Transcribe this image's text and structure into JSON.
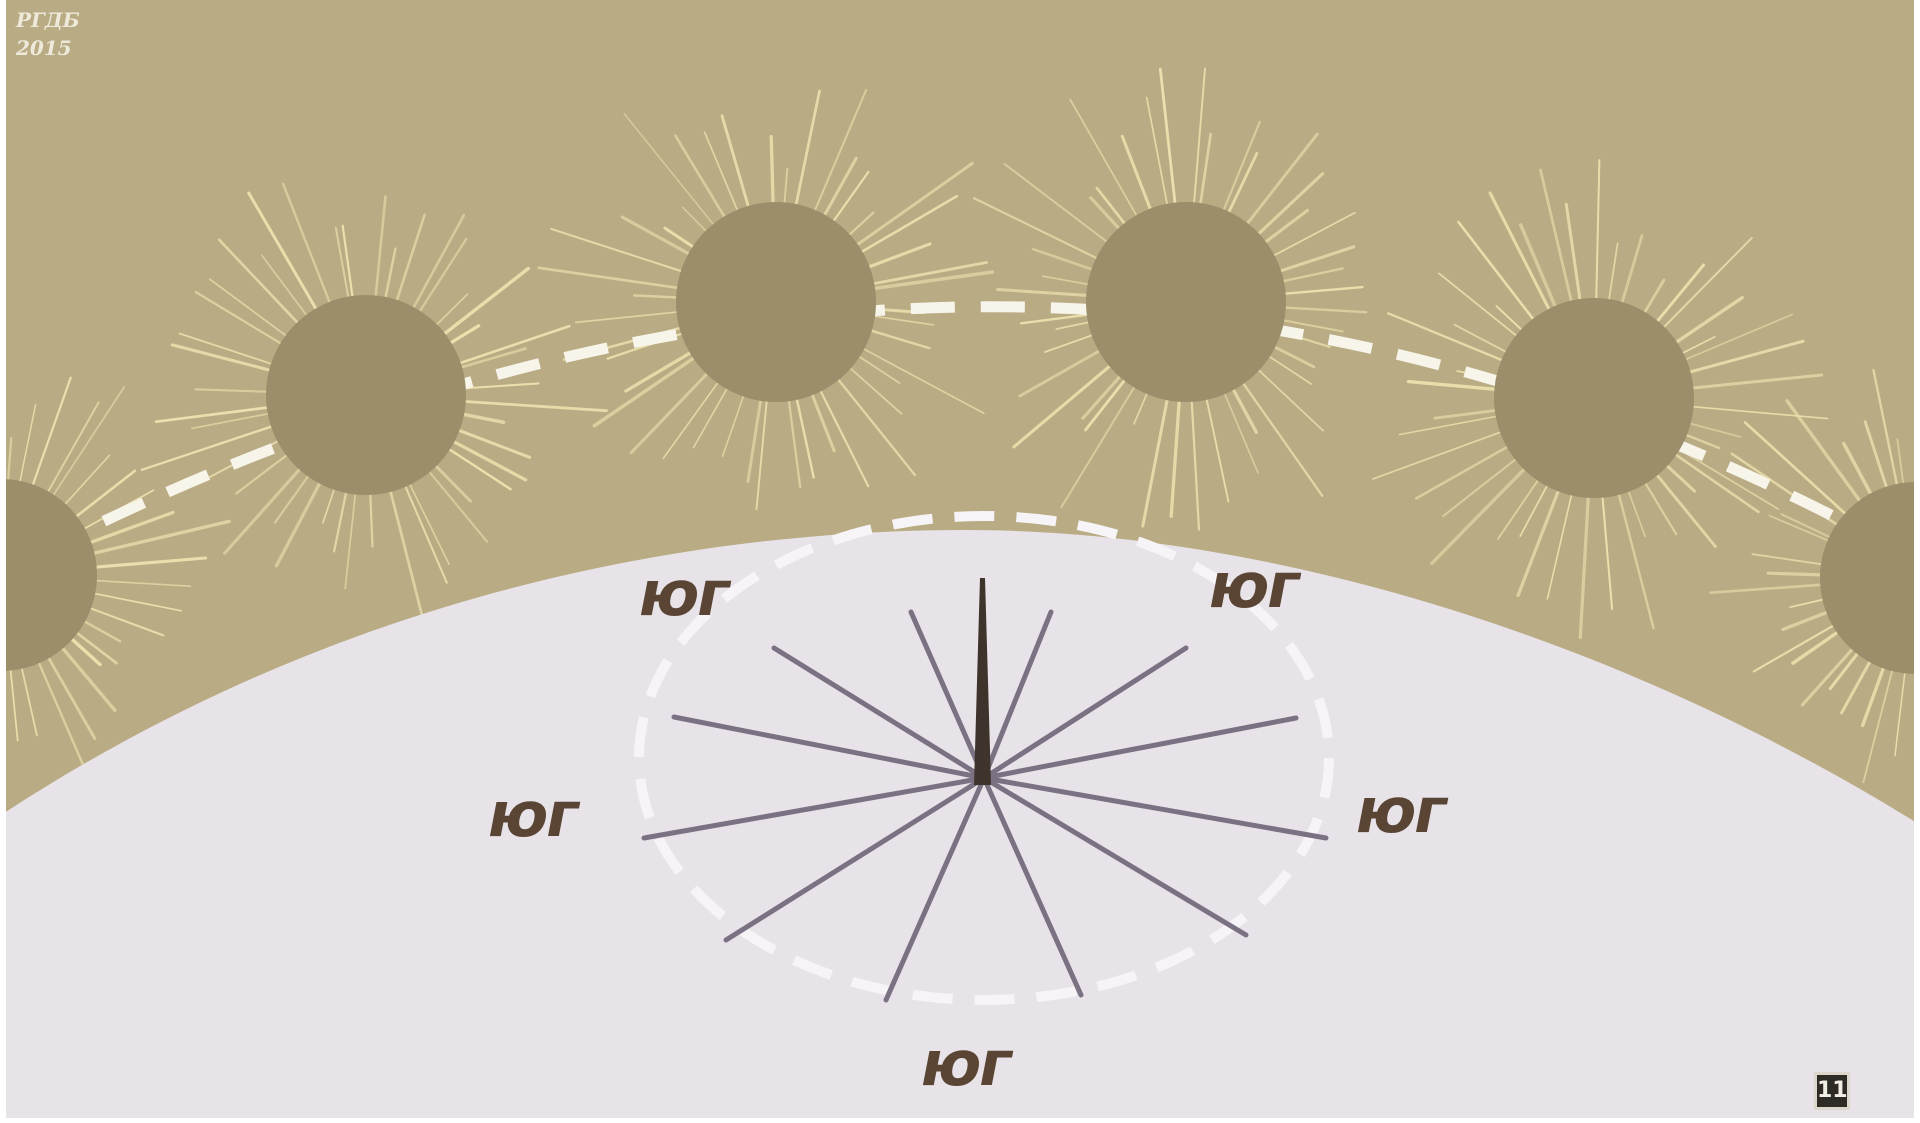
{
  "watermark": {
    "line1": "РГДБ",
    "line2": "2015"
  },
  "directions": {
    "top_left": "юг",
    "top_right": "юг",
    "left": "юг",
    "right": "юг",
    "bottom": "юг"
  },
  "frame_number": "11",
  "colors": {
    "sky": "#b9ab83",
    "sun_disc": "#9b8e6a",
    "sun_rays": "#ede4b0",
    "sun_path": "#f7f4ea",
    "ground": "#e7e3e8",
    "horizon_ring": "#f3f1f4",
    "shadows": "#7a7282",
    "gnomon": "#3f342c",
    "label_text": "#5a4534"
  }
}
